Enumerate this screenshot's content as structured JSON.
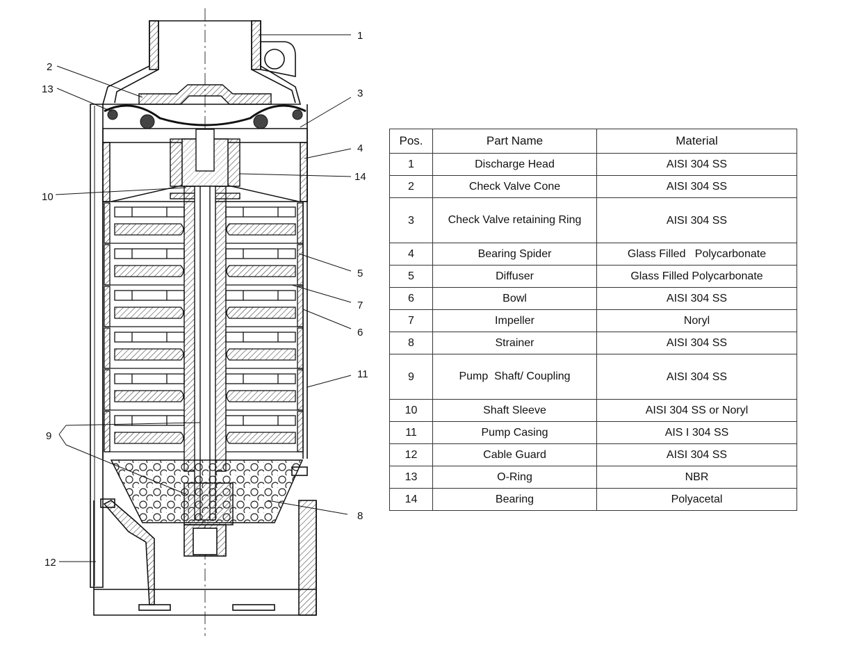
{
  "table": {
    "headers": [
      "Pos.",
      "Part Name",
      "Material"
    ],
    "rows": [
      {
        "pos": "1",
        "name": "Discharge Head",
        "material": "AISI 304 SS"
      },
      {
        "pos": "2",
        "name": "Check Valve Cone",
        "material": "AISI 304 SS"
      },
      {
        "pos": "3",
        "name": "Check Valve retaining Ring",
        "material": "AISI 304 SS"
      },
      {
        "pos": "4",
        "name": "Bearing Spider",
        "material": "Glass Filled   Polycarbonate"
      },
      {
        "pos": "5",
        "name": "Diffuser",
        "material": "Glass Filled Polycarbonate"
      },
      {
        "pos": "6",
        "name": "Bowl",
        "material": "AISI 304 SS"
      },
      {
        "pos": "7",
        "name": "Impeller",
        "material": "Noryl"
      },
      {
        "pos": "8",
        "name": "Strainer",
        "material": "AISI 304 SS"
      },
      {
        "pos": "9",
        "name": "Pump  Shaft/ Coupling",
        "material": "AISI 304 SS"
      },
      {
        "pos": "10",
        "name": "Shaft Sleeve",
        "material": "AISI 304 SS or Noryl"
      },
      {
        "pos": "11",
        "name": "Pump Casing",
        "material": "AIS I 304 SS"
      },
      {
        "pos": "12",
        "name": "Cable Guard",
        "material": "AISI 304 SS"
      },
      {
        "pos": "13",
        "name": "O-Ring",
        "material": "NBR"
      },
      {
        "pos": "14",
        "name": "Bearing",
        "material": "Polyacetal"
      }
    ]
  },
  "callouts": [
    "1",
    "2",
    "3",
    "4",
    "5",
    "6",
    "7",
    "8",
    "9",
    "10",
    "11",
    "12",
    "13",
    "14"
  ]
}
